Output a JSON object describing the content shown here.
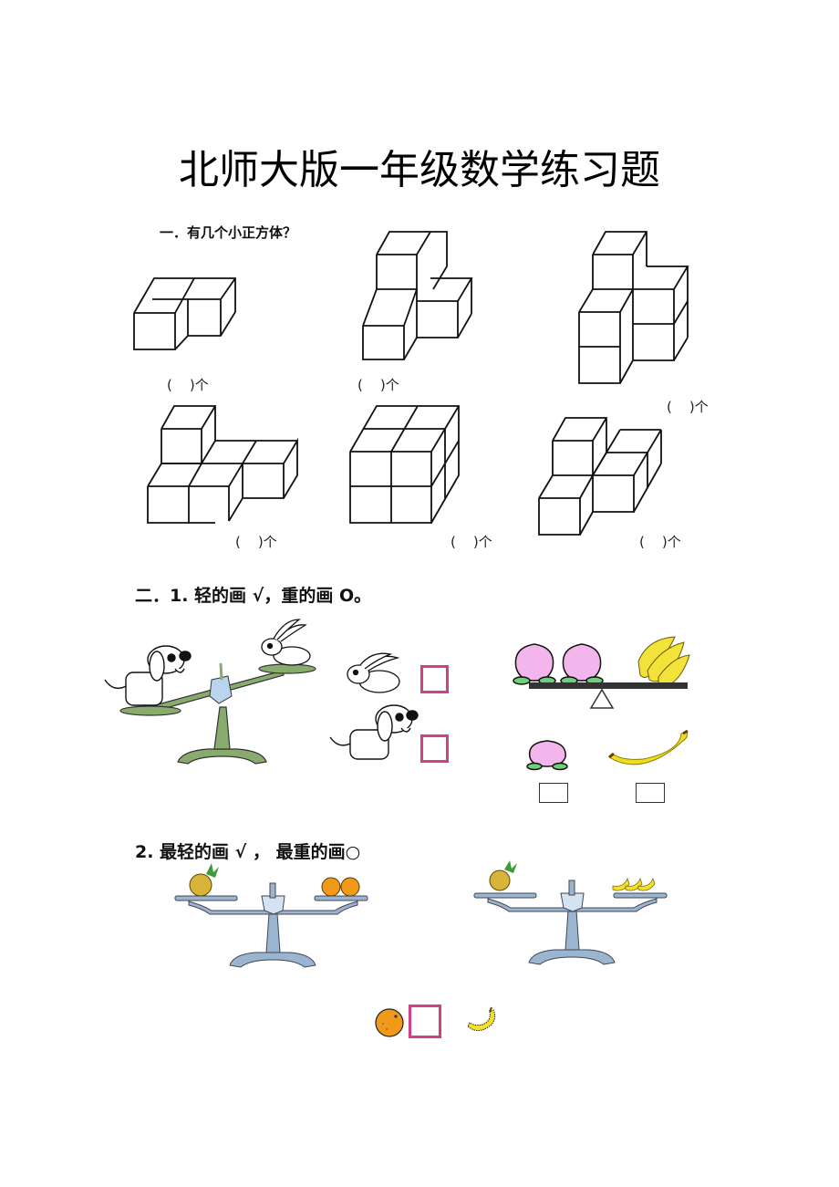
{
  "document": {
    "title": "北师大版一年级数学练习题"
  },
  "section1": {
    "heading": "一．有几个小正方体？",
    "answer_blank": "(    )个",
    "figures": [
      {
        "id": 1,
        "answer_label": "(    )个"
      },
      {
        "id": 2,
        "answer_label": "(    )个"
      },
      {
        "id": 3,
        "answer_label": "(    )个"
      },
      {
        "id": 4,
        "answer_label": "(    )个"
      },
      {
        "id": 5,
        "answer_label": "(    )个"
      },
      {
        "id": 6,
        "answer_label": "(    )个"
      }
    ]
  },
  "section2": {
    "heading": "二．1. 轻的画 √，重的画 O。",
    "problem_a": {
      "scale_color": "#8aab6e",
      "left_pan": "dog",
      "right_pan": "rabbit",
      "choices": [
        {
          "item": "rabbit",
          "box_color": "#d13f8a"
        },
        {
          "item": "dog",
          "box_color": "#d13f8a"
        }
      ]
    },
    "problem_b": {
      "left_pan": [
        "peach",
        "peach"
      ],
      "right_pan": "banana bunch",
      "choices": [
        {
          "item": "peach"
        },
        {
          "item": "banana"
        }
      ]
    }
  },
  "section3": {
    "heading": "2. 最轻的画 √ ，  最重的画○",
    "scale_color": "#9ab5cf",
    "scales": [
      {
        "left_pan": "pineapple",
        "right_pan": "2 oranges"
      },
      {
        "left_pan": "pineapple",
        "right_pan": "3 bananas"
      }
    ],
    "choices": [
      {
        "item": "orange",
        "box_color": "#d13f8a"
      },
      {
        "item": "banana"
      }
    ]
  }
}
